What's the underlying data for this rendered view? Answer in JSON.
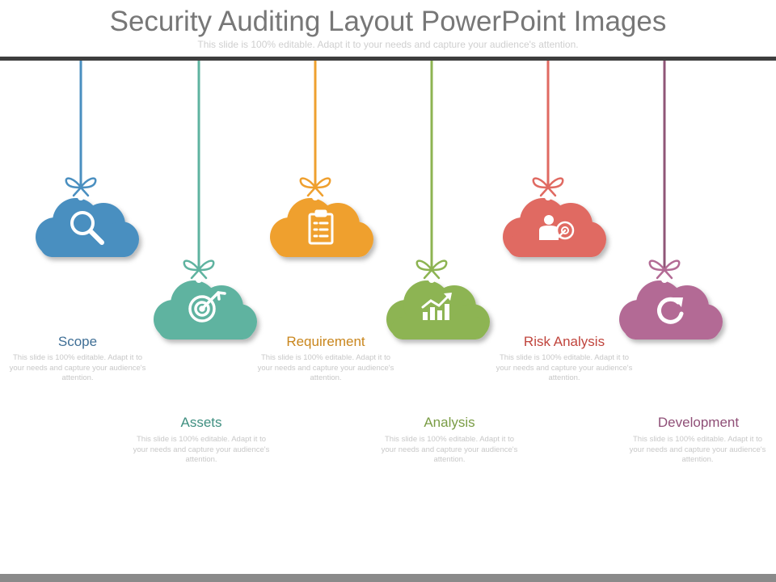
{
  "title": "Security Auditing Layout PowerPoint Images",
  "subtitle": "This slide is 100% editable. Adapt it to your needs and capture your audience's attention.",
  "steps": [
    {
      "label": "Scope",
      "description": "This slide is 100% editable. Adapt it to your needs and capture your audience's attention.",
      "color": "#4a8fc0",
      "label_color": "#3f6f96",
      "icon": "magnifier-icon"
    },
    {
      "label": "Assets",
      "description": "This slide is 100% editable. Adapt it to your needs and capture your audience's attention.",
      "color": "#5fb3a0",
      "label_color": "#3f8f80",
      "icon": "target-icon"
    },
    {
      "label": "Requirement",
      "description": "This slide is 100% editable. Adapt it to your needs and capture your audience's attention.",
      "color": "#efa02f",
      "label_color": "#c9861d",
      "icon": "clipboard-icon"
    },
    {
      "label": "Analysis",
      "description": "This slide is 100% editable. Adapt it to your needs and capture your audience's attention.",
      "color": "#8db452",
      "label_color": "#7a9c45",
      "icon": "chart-icon"
    },
    {
      "label": "Risk Analysis",
      "description": "This slide is 100% editable. Adapt it to your needs and capture your audience's attention.",
      "color": "#e06a62",
      "label_color": "#c0453d",
      "icon": "user-target-icon"
    },
    {
      "label": "Development",
      "description": "This slide is 100% editable. Adapt it to your needs and capture your audience's attention.",
      "color": "#b36b95",
      "label_color": "#8f4f77",
      "icon": "refresh-icon"
    }
  ]
}
